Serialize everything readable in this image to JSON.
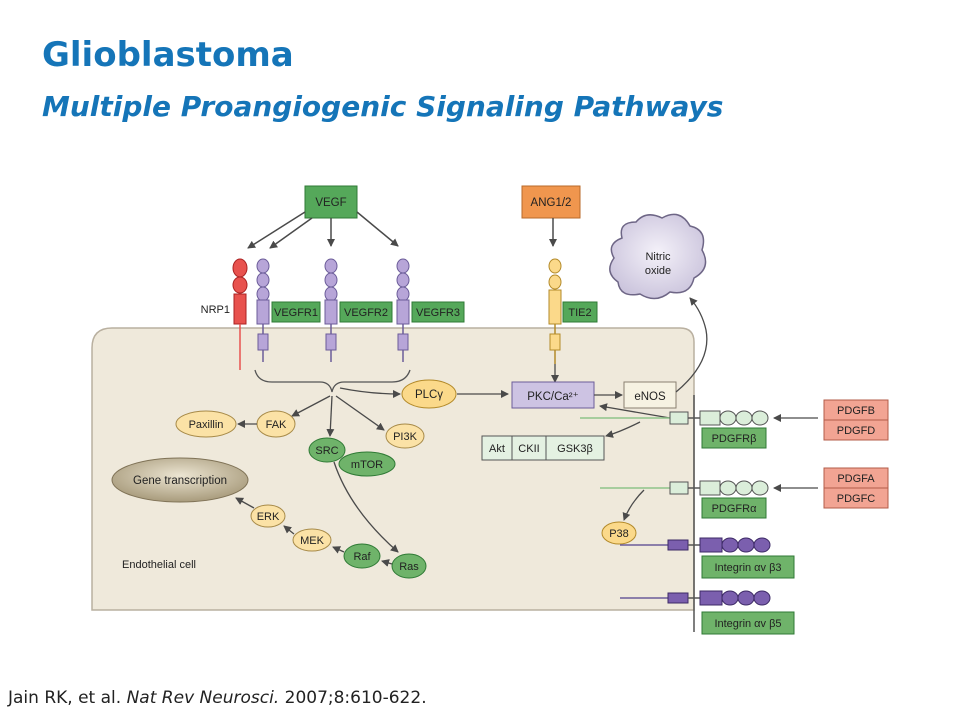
{
  "slide": {
    "title": "Glioblastoma",
    "subtitle": "Multiple Proangiogenic Signaling Pathways",
    "citation": {
      "authors": "Jain RK, et al.",
      "journal": "Nat Rev Neurosci.",
      "details": "2007;8:610-622."
    }
  },
  "diagram": {
    "ligands": {
      "vegf": "VEGF",
      "ang": "ANG1/2",
      "pdgfb": "PDGFB",
      "pdgfd": "PDGFD",
      "pdgfa": "PDGFA",
      "pdgfc": "PDGFC"
    },
    "receptors": {
      "nrp1": "NRP1",
      "vegfr1": "VEGFR1",
      "vegfr2": "VEGFR2",
      "vegfr3": "VEGFR3",
      "tie2": "TIE2",
      "pdgfrb": "PDGFRβ",
      "pdgfra": "PDGFRα",
      "integrin_b3": "Integrin αv β3",
      "integrin_b5": "Integrin αv β5"
    },
    "nodes": {
      "nitric_oxide_line1": "Nitric",
      "nitric_oxide_line2": "oxide",
      "plcg": "PLCγ",
      "pkc": "PKC/Ca²⁺",
      "enos": "eNOS",
      "paxillin": "Paxillin",
      "fak": "FAK",
      "pi3k": "PI3K",
      "src": "SRC",
      "mtor": "mTOR",
      "akt": "Akt",
      "ckii": "CKII",
      "gsk3b": "GSK3β",
      "gene_transcription": "Gene transcription",
      "erk": "ERK",
      "mek": "MEK",
      "raf": "Raf",
      "ras": "Ras",
      "p38": "P38"
    },
    "cell_label": "Endothelial cell"
  },
  "colors": {
    "title_blue": "#1575b8",
    "ligand_green": "#55a85a",
    "ligand_orange": "#f0964e",
    "pdgf_pink": "#f2a493",
    "receptor_purple": "#b7a5d8",
    "nrp_red": "#e8524e",
    "tie_yellow": "#fbd98a",
    "cell_beige": "#efe9db",
    "node_yellow": "#fbe2a6",
    "node_green": "#6fb36a",
    "pdgfr_green": "#dbeeda"
  }
}
